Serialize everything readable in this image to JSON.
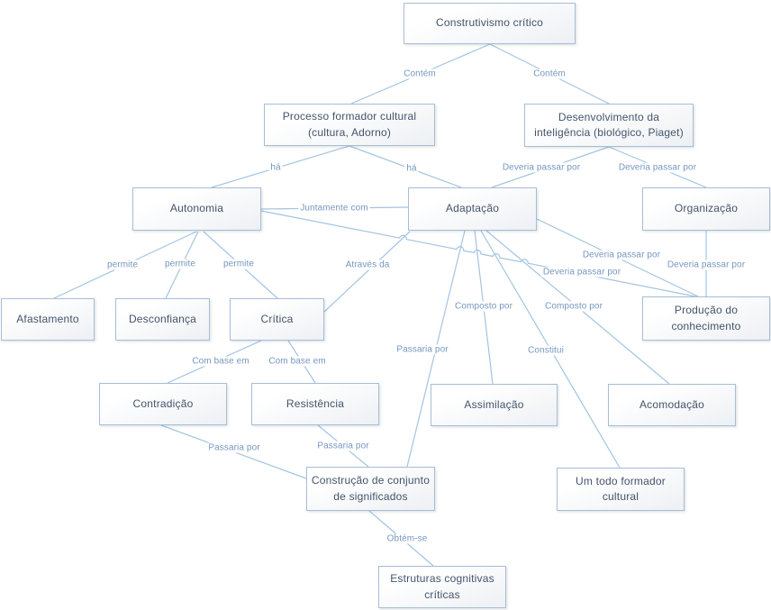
{
  "diagram_type": "concept-map",
  "colors": {
    "node_border": "#a7bdd6",
    "node_fill_top": "#ffffff",
    "node_fill_bottom": "#edf0f4",
    "node_text": "#44546a",
    "edge_line": "#a3c4e2",
    "edge_label_text": "#7597bf",
    "canvas_bg": "#ffffff"
  },
  "nodes": [
    {
      "id": "construtivismo",
      "label": "Construtivismo crítico"
    },
    {
      "id": "processo",
      "label": "Processo formador cultural (cultura, Adorno)"
    },
    {
      "id": "desenvolvimento",
      "label": "Desenvolvimento da inteligência (biológico, Piaget)"
    },
    {
      "id": "autonomia",
      "label": "Autonomia"
    },
    {
      "id": "adaptacao",
      "label": "Adaptação"
    },
    {
      "id": "organizacao",
      "label": "Organização"
    },
    {
      "id": "afastamento",
      "label": "Afastamento"
    },
    {
      "id": "desconfianca",
      "label": "Desconfiança"
    },
    {
      "id": "critica",
      "label": "Crítica"
    },
    {
      "id": "producao",
      "label": "Produção do conhecimento"
    },
    {
      "id": "contradicao",
      "label": "Contradição"
    },
    {
      "id": "resistencia",
      "label": "Resistência"
    },
    {
      "id": "assimilacao",
      "label": "Assimilação"
    },
    {
      "id": "acomodacao",
      "label": "Acomodação"
    },
    {
      "id": "construcao",
      "label": "Construção de conjunto de significados"
    },
    {
      "id": "umtodo",
      "label": "Um todo formador cultural"
    },
    {
      "id": "estruturas",
      "label": "Estruturas cognitivas críticas"
    }
  ],
  "edges": [
    {
      "from": "construtivismo",
      "to": "processo",
      "label": "Contém"
    },
    {
      "from": "construtivismo",
      "to": "desenvolvimento",
      "label": "Contém"
    },
    {
      "from": "processo",
      "to": "autonomia",
      "label": "há"
    },
    {
      "from": "processo",
      "to": "adaptacao",
      "label": "há"
    },
    {
      "from": "desenvolvimento",
      "to": "adaptacao",
      "label": "Deveria passar por"
    },
    {
      "from": "desenvolvimento",
      "to": "organizacao",
      "label": "Deveria passar por"
    },
    {
      "from": "autonomia",
      "to": "adaptacao",
      "label": "Juntamente com"
    },
    {
      "from": "autonomia",
      "to": "producao",
      "label": "Deveria passar por"
    },
    {
      "from": "adaptacao",
      "to": "producao",
      "label": "Deveria passar por"
    },
    {
      "from": "organizacao",
      "to": "producao",
      "label": "Deveria passar por"
    },
    {
      "from": "autonomia",
      "to": "afastamento",
      "label": "permite"
    },
    {
      "from": "autonomia",
      "to": "desconfianca",
      "label": "permite"
    },
    {
      "from": "autonomia",
      "to": "critica",
      "label": "permite"
    },
    {
      "from": "critica",
      "to": "adaptacao",
      "label": "Através da"
    },
    {
      "from": "adaptacao",
      "to": "construcao",
      "label": "Passaria por"
    },
    {
      "from": "adaptacao",
      "to": "assimilacao",
      "label": "Composto por"
    },
    {
      "from": "adaptacao",
      "to": "umtodo",
      "label": "Constitui"
    },
    {
      "from": "adaptacao",
      "to": "acomodacao",
      "label": "Composto por"
    },
    {
      "from": "critica",
      "to": "contradicao",
      "label": "Com base em"
    },
    {
      "from": "critica",
      "to": "resistencia",
      "label": "Com base em"
    },
    {
      "from": "contradicao",
      "to": "construcao",
      "label": "Passaria por"
    },
    {
      "from": "resistencia",
      "to": "construcao",
      "label": "Passaria por"
    },
    {
      "from": "construcao",
      "to": "estruturas",
      "label": "Obtém-se"
    }
  ]
}
